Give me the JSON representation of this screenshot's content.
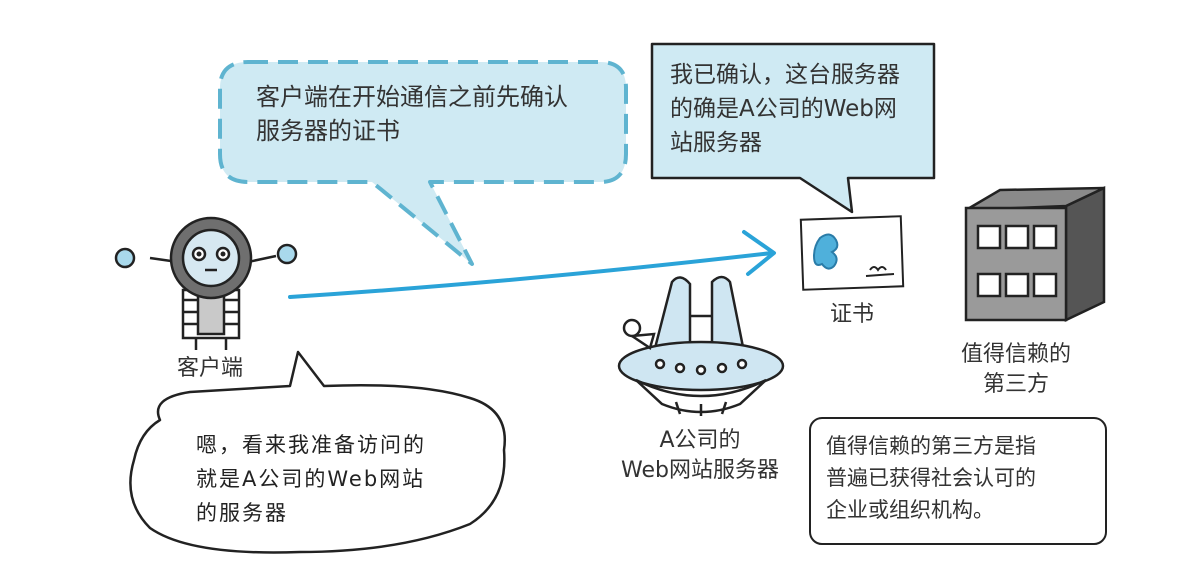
{
  "bubbles": {
    "client_check": {
      "lines": [
        "客户端在开始通信之前先确认",
        "服务器的证书"
      ]
    },
    "ca_confirm": {
      "lines": [
        "我已确认，这台服务器",
        "的确是A公司的Web网",
        "站服务器"
      ]
    },
    "client_think": {
      "lines": [
        "嗯，看来我准备访问的",
        "就是A公司的Web网站",
        "的服务器"
      ]
    }
  },
  "labels": {
    "client": "客户端",
    "certificate": "证书",
    "trusted_third_party": [
      "值得信赖的",
      "第三方"
    ],
    "server": [
      "A公司的",
      "Web网站服务器"
    ]
  },
  "note": {
    "lines": [
      "值得信赖的第三方是指",
      "普遍已获得社会认可的",
      "企业或组织机构。"
    ]
  },
  "colors": {
    "bubble_fill": "#cfeaf3",
    "bubble_stroke": "#5fb4d0",
    "arrow": "#2aa3d8",
    "outline": "#222222"
  }
}
